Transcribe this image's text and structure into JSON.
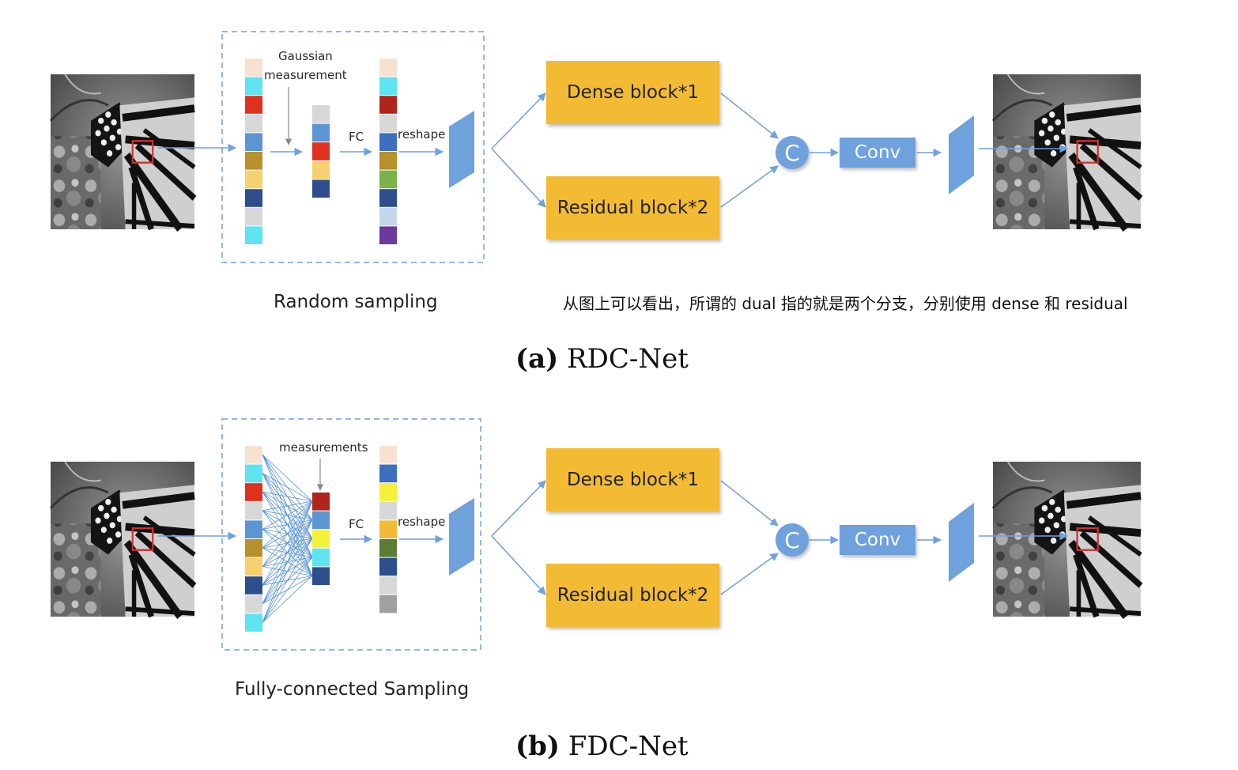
{
  "annotation": "从图上可以看出，所谓的 dual 指的就是两个分支，分别使用 dense 和 residual",
  "colors": {
    "arrow": "#6fa1dc",
    "block": "#f2bb33",
    "conv": "#6fa1dc",
    "dashed_frame": "#6fa1dc"
  },
  "panels": [
    {
      "id": "a",
      "sampling_title": "Random sampling",
      "measure_label_1": "Gaussian",
      "measure_label_2": "measurement",
      "fc_label": "FC",
      "reshape_label": "reshape",
      "dense_label": "Dense block*1",
      "residual_label": "Residual block*2",
      "concat_label": "C",
      "conv_label": "Conv",
      "caption_letter": "(a)",
      "caption_text": "RDC-Net",
      "col1": [
        "#f7e2d2",
        "#5ee3f0",
        "#e0301e",
        "#d8d8d8",
        "#5b95d4",
        "#b8902c",
        "#f6d170",
        "#2e4e8e",
        "#d8d8d8",
        "#5ee3f0"
      ],
      "col2": [
        "#d8d8d8",
        "#5b95d4",
        "#e0301e",
        "#f6d170",
        "#2e4e8e"
      ],
      "col3": [
        "#f7e2d2",
        "#5ee3f0",
        "#b0241c",
        "#d8d8d8",
        "#3e6fbf",
        "#b8902c",
        "#7bb24a",
        "#2e4e8e",
        "#c6d6ea",
        "#6a3a9e"
      ]
    },
    {
      "id": "b",
      "sampling_title": "Fully-connected Sampling",
      "measure_label_1": "",
      "measure_label_2": "measurements",
      "fc_label": "FC",
      "reshape_label": "reshape",
      "dense_label": "Dense block*1",
      "residual_label": "Residual block*2",
      "concat_label": "C",
      "conv_label": "Conv",
      "caption_letter": "(b)",
      "caption_text": "FDC-Net",
      "col1": [
        "#f7e2d2",
        "#5ee3f0",
        "#e0301e",
        "#d8d8d8",
        "#5b95d4",
        "#b8902c",
        "#f6d170",
        "#2e4e8e",
        "#d8d8d8",
        "#5ee3f0"
      ],
      "col2": [
        "#b0241c",
        "#5b95d4",
        "#f5f03a",
        "#5ee3f0",
        "#2e4e8e"
      ],
      "col3": [
        "#f7e2d2",
        "#3e6fbf",
        "#f5f03a",
        "#d8d8d8",
        "#f2bb33",
        "#5a7d36",
        "#2e4e8e",
        "#d8d8d8",
        "#a0a0a0"
      ]
    }
  ]
}
